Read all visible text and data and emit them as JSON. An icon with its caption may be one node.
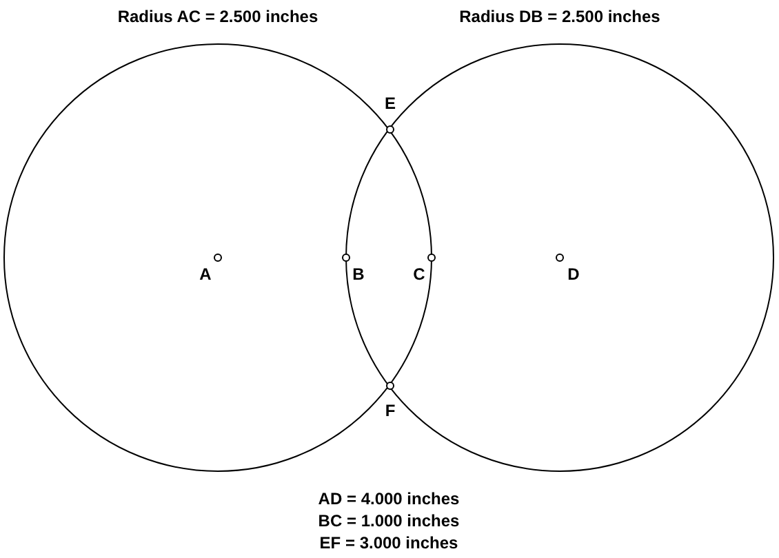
{
  "diagram": {
    "nodes": [
      {
        "text": [
          "Radius AC = 2.500 inches"
        ]
      },
      {
        "text": [
          "Radius DB = 2.500 inches"
        ]
      }
    ],
    "labels": [
      "E",
      "A",
      "B",
      "C",
      "D",
      "F",
      "AD = 4.000 inches",
      "BC = 1.000 inches",
      "EF = 3.000 inches"
    ]
  }
}
